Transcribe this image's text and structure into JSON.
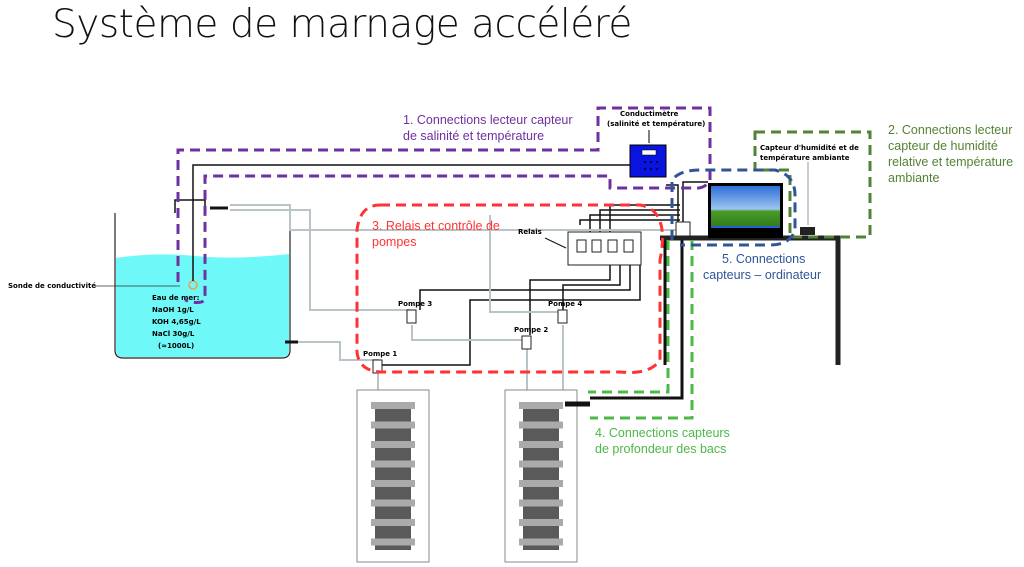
{
  "title": "Système de marnage accéléré",
  "colors": {
    "purple": "#7030a0",
    "olive": "#548235",
    "red": "#ff3333",
    "green": "#4cb848",
    "blue": "#2f5597",
    "water": "#6ff8f8",
    "meter": "#0a14e0"
  },
  "device_labels": {
    "conductimetre": [
      "Conductimètre",
      "(salinité et température)"
    ],
    "capteur_ambiant": [
      "Capteur d'humidité et de",
      "température ambiante"
    ],
    "sonde": "Sonde de conductivité",
    "relais": "Relais",
    "tank": [
      "Eau de mer:",
      "NaOH 1g/L",
      "KOH 4,65g/L",
      "NaCl 30g/L",
      "(≈1000L)"
    ],
    "pompes": [
      "Pompe 1",
      "Pompe 2",
      "Pompe 3",
      "Pompe 4"
    ]
  },
  "zones": [
    {
      "lines": [
        "1. Connections lecteur capteur",
        "de salinité et température"
      ]
    },
    {
      "lines": [
        "2. Connections lecteur",
        "capteur de humidité",
        "relative et température",
        "ambiante"
      ]
    },
    {
      "lines": [
        "3. Relais et contrôle de",
        "pompes"
      ]
    },
    {
      "lines": [
        "4. Connections capteurs",
        "de profondeur des bacs"
      ]
    },
    {
      "lines": [
        "5. Connections",
        "capteurs – ordinateur"
      ]
    }
  ]
}
